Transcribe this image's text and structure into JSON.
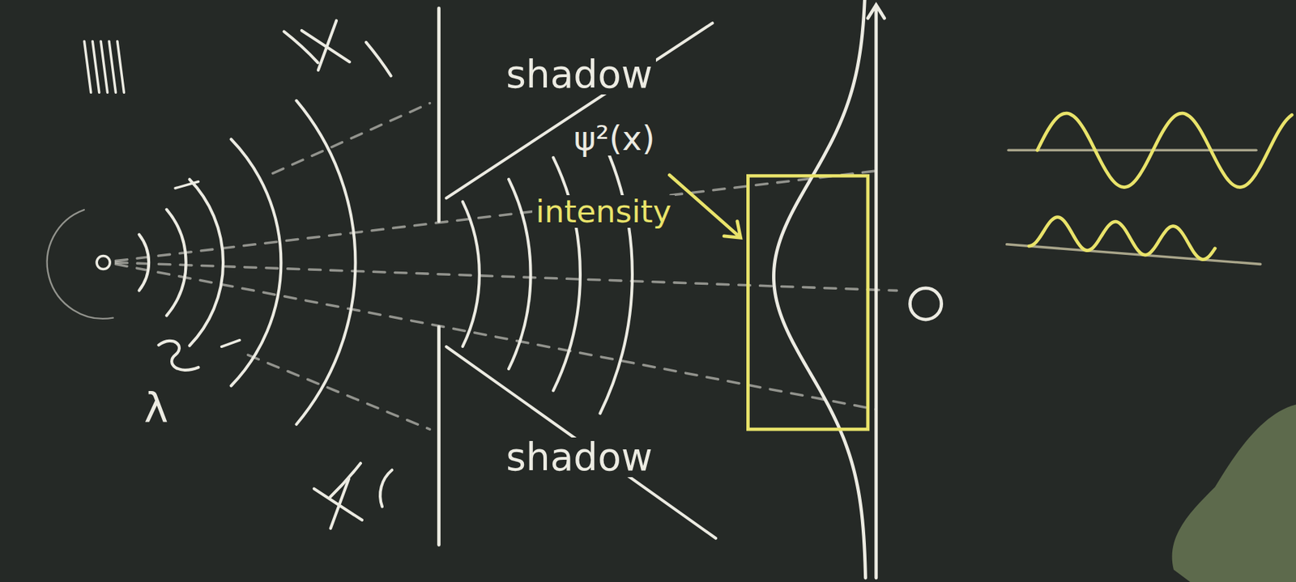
{
  "diagram": {
    "labels": [
      "shadow",
      "ψ²(x)",
      "intensity",
      "λ",
      "shadow"
    ]
  }
}
